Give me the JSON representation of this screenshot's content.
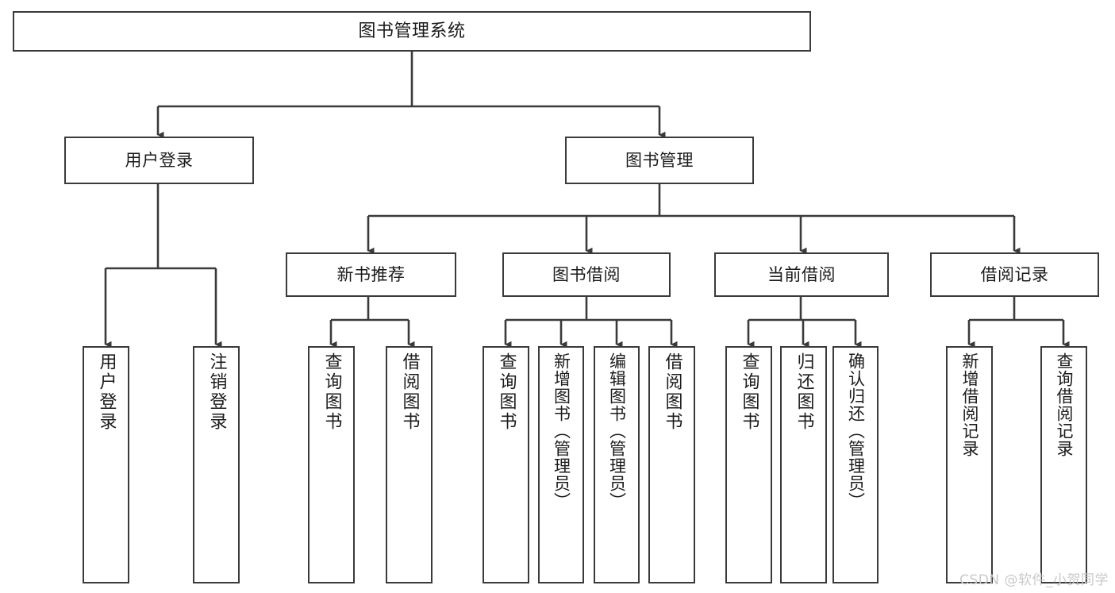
{
  "diagram": {
    "type": "tree",
    "title": "图书管理系统",
    "background": "#ffffff",
    "line_color": "#3a3a3a",
    "text_color": "#1b1b1b",
    "levels": [
      {
        "level": 1,
        "nodes": [
          {
            "id": "root",
            "label": "图书管理系统"
          }
        ]
      },
      {
        "level": 2,
        "nodes": [
          {
            "id": "login",
            "label": "用户登录"
          },
          {
            "id": "bookmgmt",
            "label": "图书管理"
          }
        ]
      },
      {
        "level": 3,
        "nodes": [
          {
            "id": "newbook",
            "label": "新书推荐"
          },
          {
            "id": "borrow",
            "label": "图书借阅"
          },
          {
            "id": "current",
            "label": "当前借阅"
          },
          {
            "id": "record",
            "label": "借阅记录"
          }
        ]
      },
      {
        "level": 4,
        "nodes": [
          {
            "id": "leaf1",
            "label": "用户登录"
          },
          {
            "id": "leaf2",
            "label": "注销登录"
          },
          {
            "id": "leaf3",
            "label": "查询图书"
          },
          {
            "id": "leaf4",
            "label": "借阅图书"
          },
          {
            "id": "leaf5",
            "label": "查询图书"
          },
          {
            "id": "leaf6",
            "label": "新增图书（管理员）"
          },
          {
            "id": "leaf7",
            "label": "编辑图书（管理员）"
          },
          {
            "id": "leaf8",
            "label": "借阅图书"
          },
          {
            "id": "leaf9",
            "label": "查询图书"
          },
          {
            "id": "leaf10",
            "label": "归还图书"
          },
          {
            "id": "leaf11",
            "label": "确认归还（管理员）"
          },
          {
            "id": "leaf12",
            "label": "新增借阅记录"
          },
          {
            "id": "leaf13",
            "label": "查询借阅记录"
          }
        ]
      }
    ],
    "edges": [
      {
        "from": "root",
        "to": "login"
      },
      {
        "from": "root",
        "to": "bookmgmt"
      },
      {
        "from": "login",
        "to": "leaf1"
      },
      {
        "from": "login",
        "to": "leaf2"
      },
      {
        "from": "bookmgmt",
        "to": "newbook"
      },
      {
        "from": "bookmgmt",
        "to": "borrow"
      },
      {
        "from": "bookmgmt",
        "to": "current"
      },
      {
        "from": "bookmgmt",
        "to": "record"
      },
      {
        "from": "newbook",
        "to": "leaf3"
      },
      {
        "from": "newbook",
        "to": "leaf4"
      },
      {
        "from": "borrow",
        "to": "leaf5"
      },
      {
        "from": "borrow",
        "to": "leaf6"
      },
      {
        "from": "borrow",
        "to": "leaf7"
      },
      {
        "from": "borrow",
        "to": "leaf8"
      },
      {
        "from": "current",
        "to": "leaf9"
      },
      {
        "from": "current",
        "to": "leaf10"
      },
      {
        "from": "current",
        "to": "leaf11"
      },
      {
        "from": "record",
        "to": "leaf12"
      },
      {
        "from": "record",
        "to": "leaf13"
      }
    ]
  },
  "watermark": {
    "text": "CSDN @软件_小贺同学",
    "color": "#c9c9c9"
  }
}
